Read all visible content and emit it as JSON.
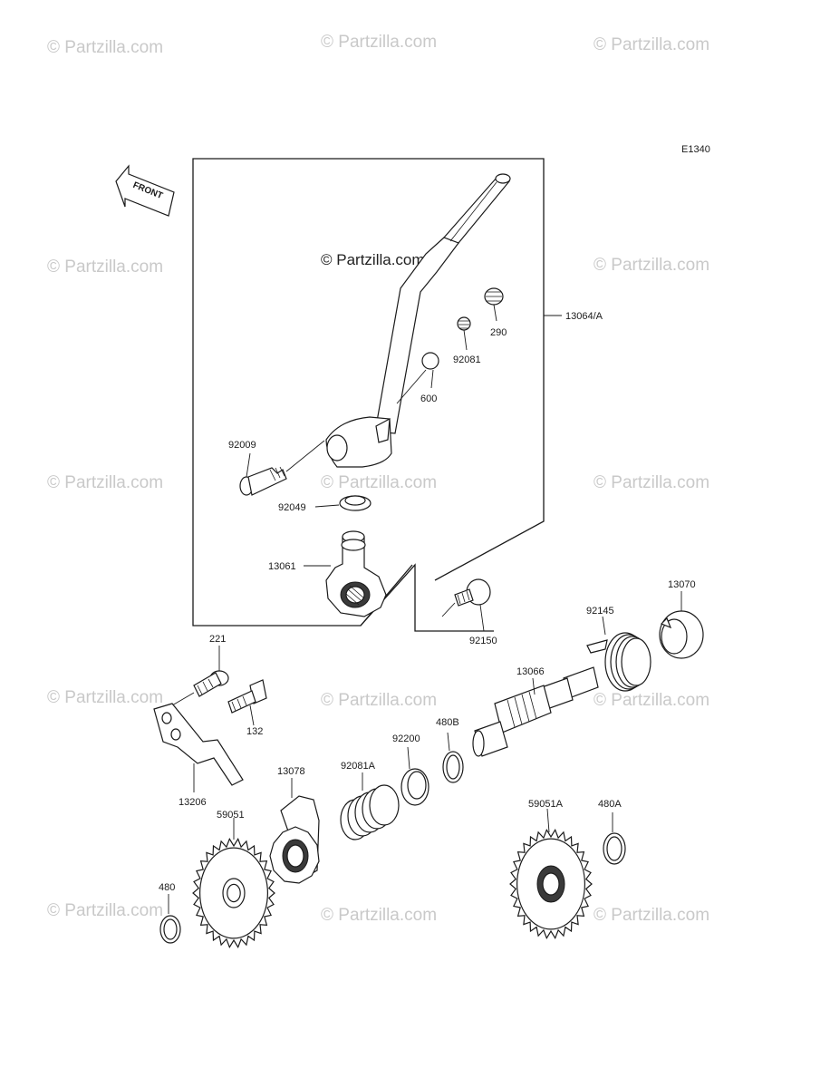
{
  "diagram_code": "E1340",
  "front_indicator": "FRONT",
  "watermarks": {
    "text": "© Partzilla.com",
    "center_text": "© Partzilla.com"
  },
  "callouts": {
    "p13064A": "13064/A",
    "p290": "290",
    "p92081": "92081",
    "p600": "600",
    "p92009": "92009",
    "p92049": "92049",
    "p13061": "13061",
    "p92150": "92150",
    "p13070": "13070",
    "p92145": "92145",
    "p13066": "13066",
    "p221": "221",
    "p132": "132",
    "p13206": "13206",
    "p480B": "480B",
    "p92200": "92200",
    "p92081A": "92081A",
    "p13078": "13078",
    "p59051": "59051",
    "p480": "480",
    "p59051A": "59051A",
    "p480A": "480A"
  }
}
